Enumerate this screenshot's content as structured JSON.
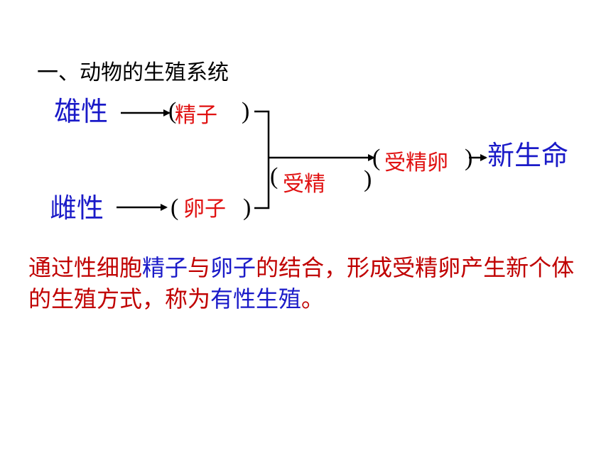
{
  "title": "一、动物的生殖系统",
  "male_label": "雄性",
  "female_label": "雌性",
  "sperm": "精子",
  "egg": "卵子",
  "fertilization": "受精",
  "fertilized_egg": "受精卵",
  "new_life": "新生命",
  "paren_open": "(",
  "paren_close": ")",
  "paragraph": {
    "p1": "通过性细胞",
    "h1": "精子",
    "p2": "与",
    "h2": "卵子",
    "p3": "的结合，形成受精卵产生新个体的生殖方式，称为",
    "h3": "有性生殖",
    "p4": "。"
  },
  "colors": {
    "blue": "#1a1ac8",
    "red": "#e01010",
    "dark_red": "#c00000",
    "black": "#000000"
  }
}
